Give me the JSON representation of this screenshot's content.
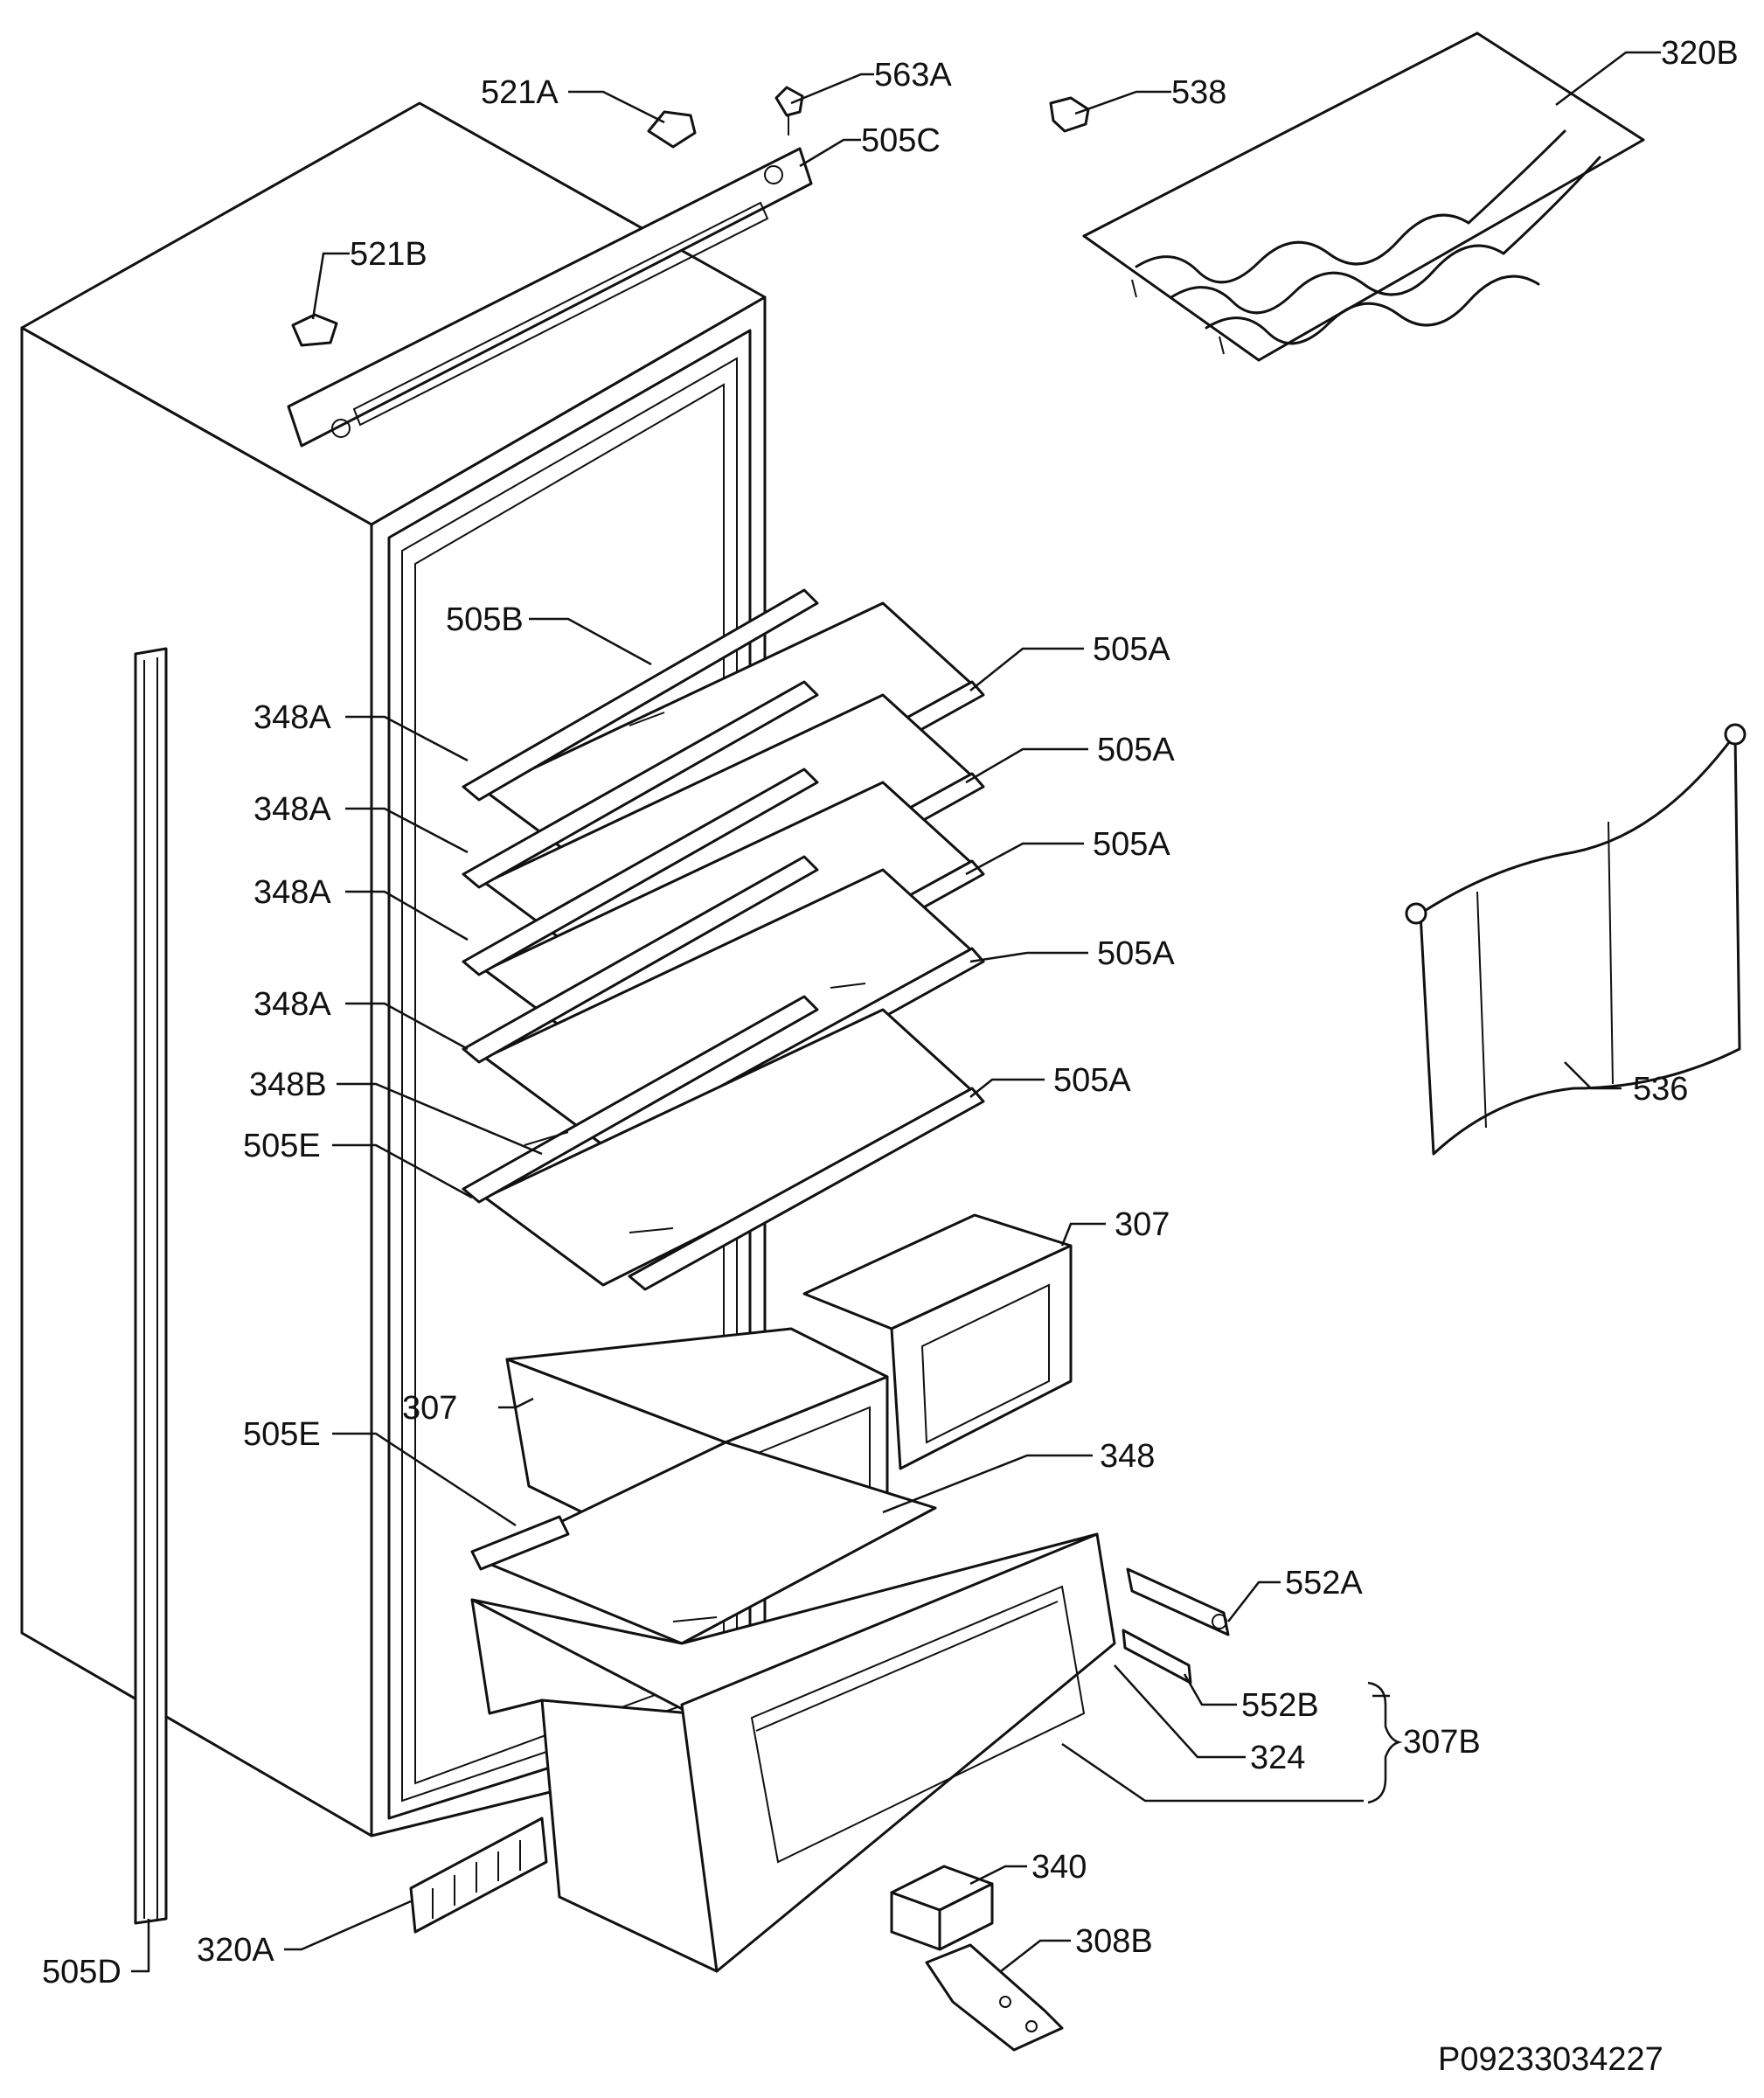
{
  "callouts": [
    {
      "id": "c-521a",
      "text": "521A"
    },
    {
      "id": "c-563a",
      "text": "563A"
    },
    {
      "id": "c-538",
      "text": "538"
    },
    {
      "id": "c-320b",
      "text": "320B"
    },
    {
      "id": "c-505c",
      "text": "505C"
    },
    {
      "id": "c-521b",
      "text": "521B"
    },
    {
      "id": "c-505b",
      "text": "505B"
    },
    {
      "id": "c-505a-1",
      "text": "505A"
    },
    {
      "id": "c-505a-2",
      "text": "505A"
    },
    {
      "id": "c-505a-3",
      "text": "505A"
    },
    {
      "id": "c-505a-4",
      "text": "505A"
    },
    {
      "id": "c-505a-5",
      "text": "505A"
    },
    {
      "id": "c-348a-1",
      "text": "348A"
    },
    {
      "id": "c-348a-2",
      "text": "348A"
    },
    {
      "id": "c-348a-3",
      "text": "348A"
    },
    {
      "id": "c-348a-4",
      "text": "348A"
    },
    {
      "id": "c-348b",
      "text": "348B"
    },
    {
      "id": "c-505e-1",
      "text": "505E"
    },
    {
      "id": "c-307-1",
      "text": "307"
    },
    {
      "id": "c-307-2",
      "text": "307"
    },
    {
      "id": "c-505e-2",
      "text": "505E"
    },
    {
      "id": "c-348",
      "text": "348"
    },
    {
      "id": "c-536",
      "text": "536"
    },
    {
      "id": "c-552a",
      "text": "552A"
    },
    {
      "id": "c-552b",
      "text": "552B"
    },
    {
      "id": "c-324",
      "text": "324"
    },
    {
      "id": "c-307b",
      "text": "307B"
    },
    {
      "id": "c-340",
      "text": "340"
    },
    {
      "id": "c-308b",
      "text": "308B"
    },
    {
      "id": "c-320a",
      "text": "320A"
    },
    {
      "id": "c-505d",
      "text": "505D"
    }
  ],
  "document_id": "P09233034227"
}
